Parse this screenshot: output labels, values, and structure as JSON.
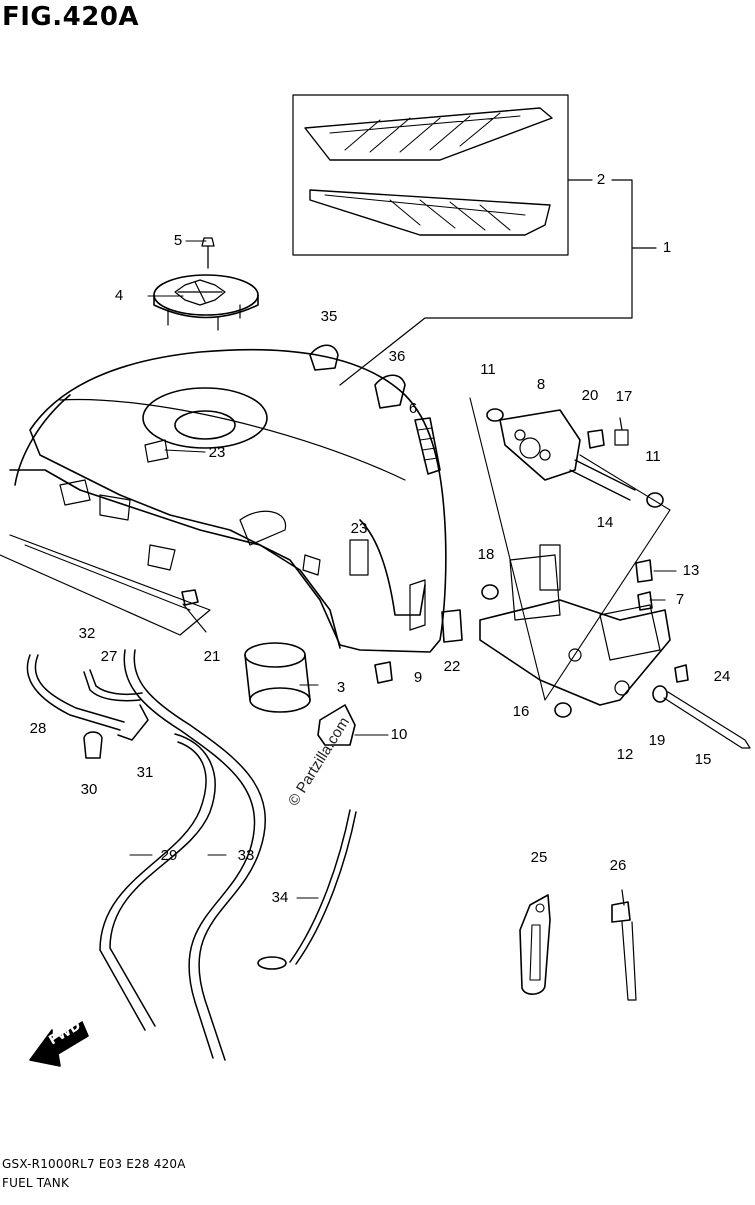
{
  "title": "FIG.420A",
  "watermark": "© Partzilla.com",
  "fwd_label": "FWD",
  "footer": {
    "model_line": "GSX-R1000RL7  E03  E28  420A",
    "part_name": "FUEL TANK"
  },
  "callouts": {
    "c1": "1",
    "c2": "2",
    "c3": "3",
    "c4": "4",
    "c5": "5",
    "c6": "6",
    "c7": "7",
    "c8": "8",
    "c9": "9",
    "c10": "10",
    "c11a": "11",
    "c11b": "11",
    "c12": "12",
    "c13": "13",
    "c14": "14",
    "c15": "15",
    "c16": "16",
    "c17": "17",
    "c18": "18",
    "c19": "19",
    "c20": "20",
    "c21": "21",
    "c22": "22",
    "c23a": "23",
    "c23b": "23",
    "c24": "24",
    "c25": "25",
    "c26": "26",
    "c27": "27",
    "c28": "28",
    "c29": "29",
    "c30": "30",
    "c31": "31",
    "c32": "32",
    "c33": "33",
    "c34": "34",
    "c35": "35",
    "c36": "36"
  }
}
